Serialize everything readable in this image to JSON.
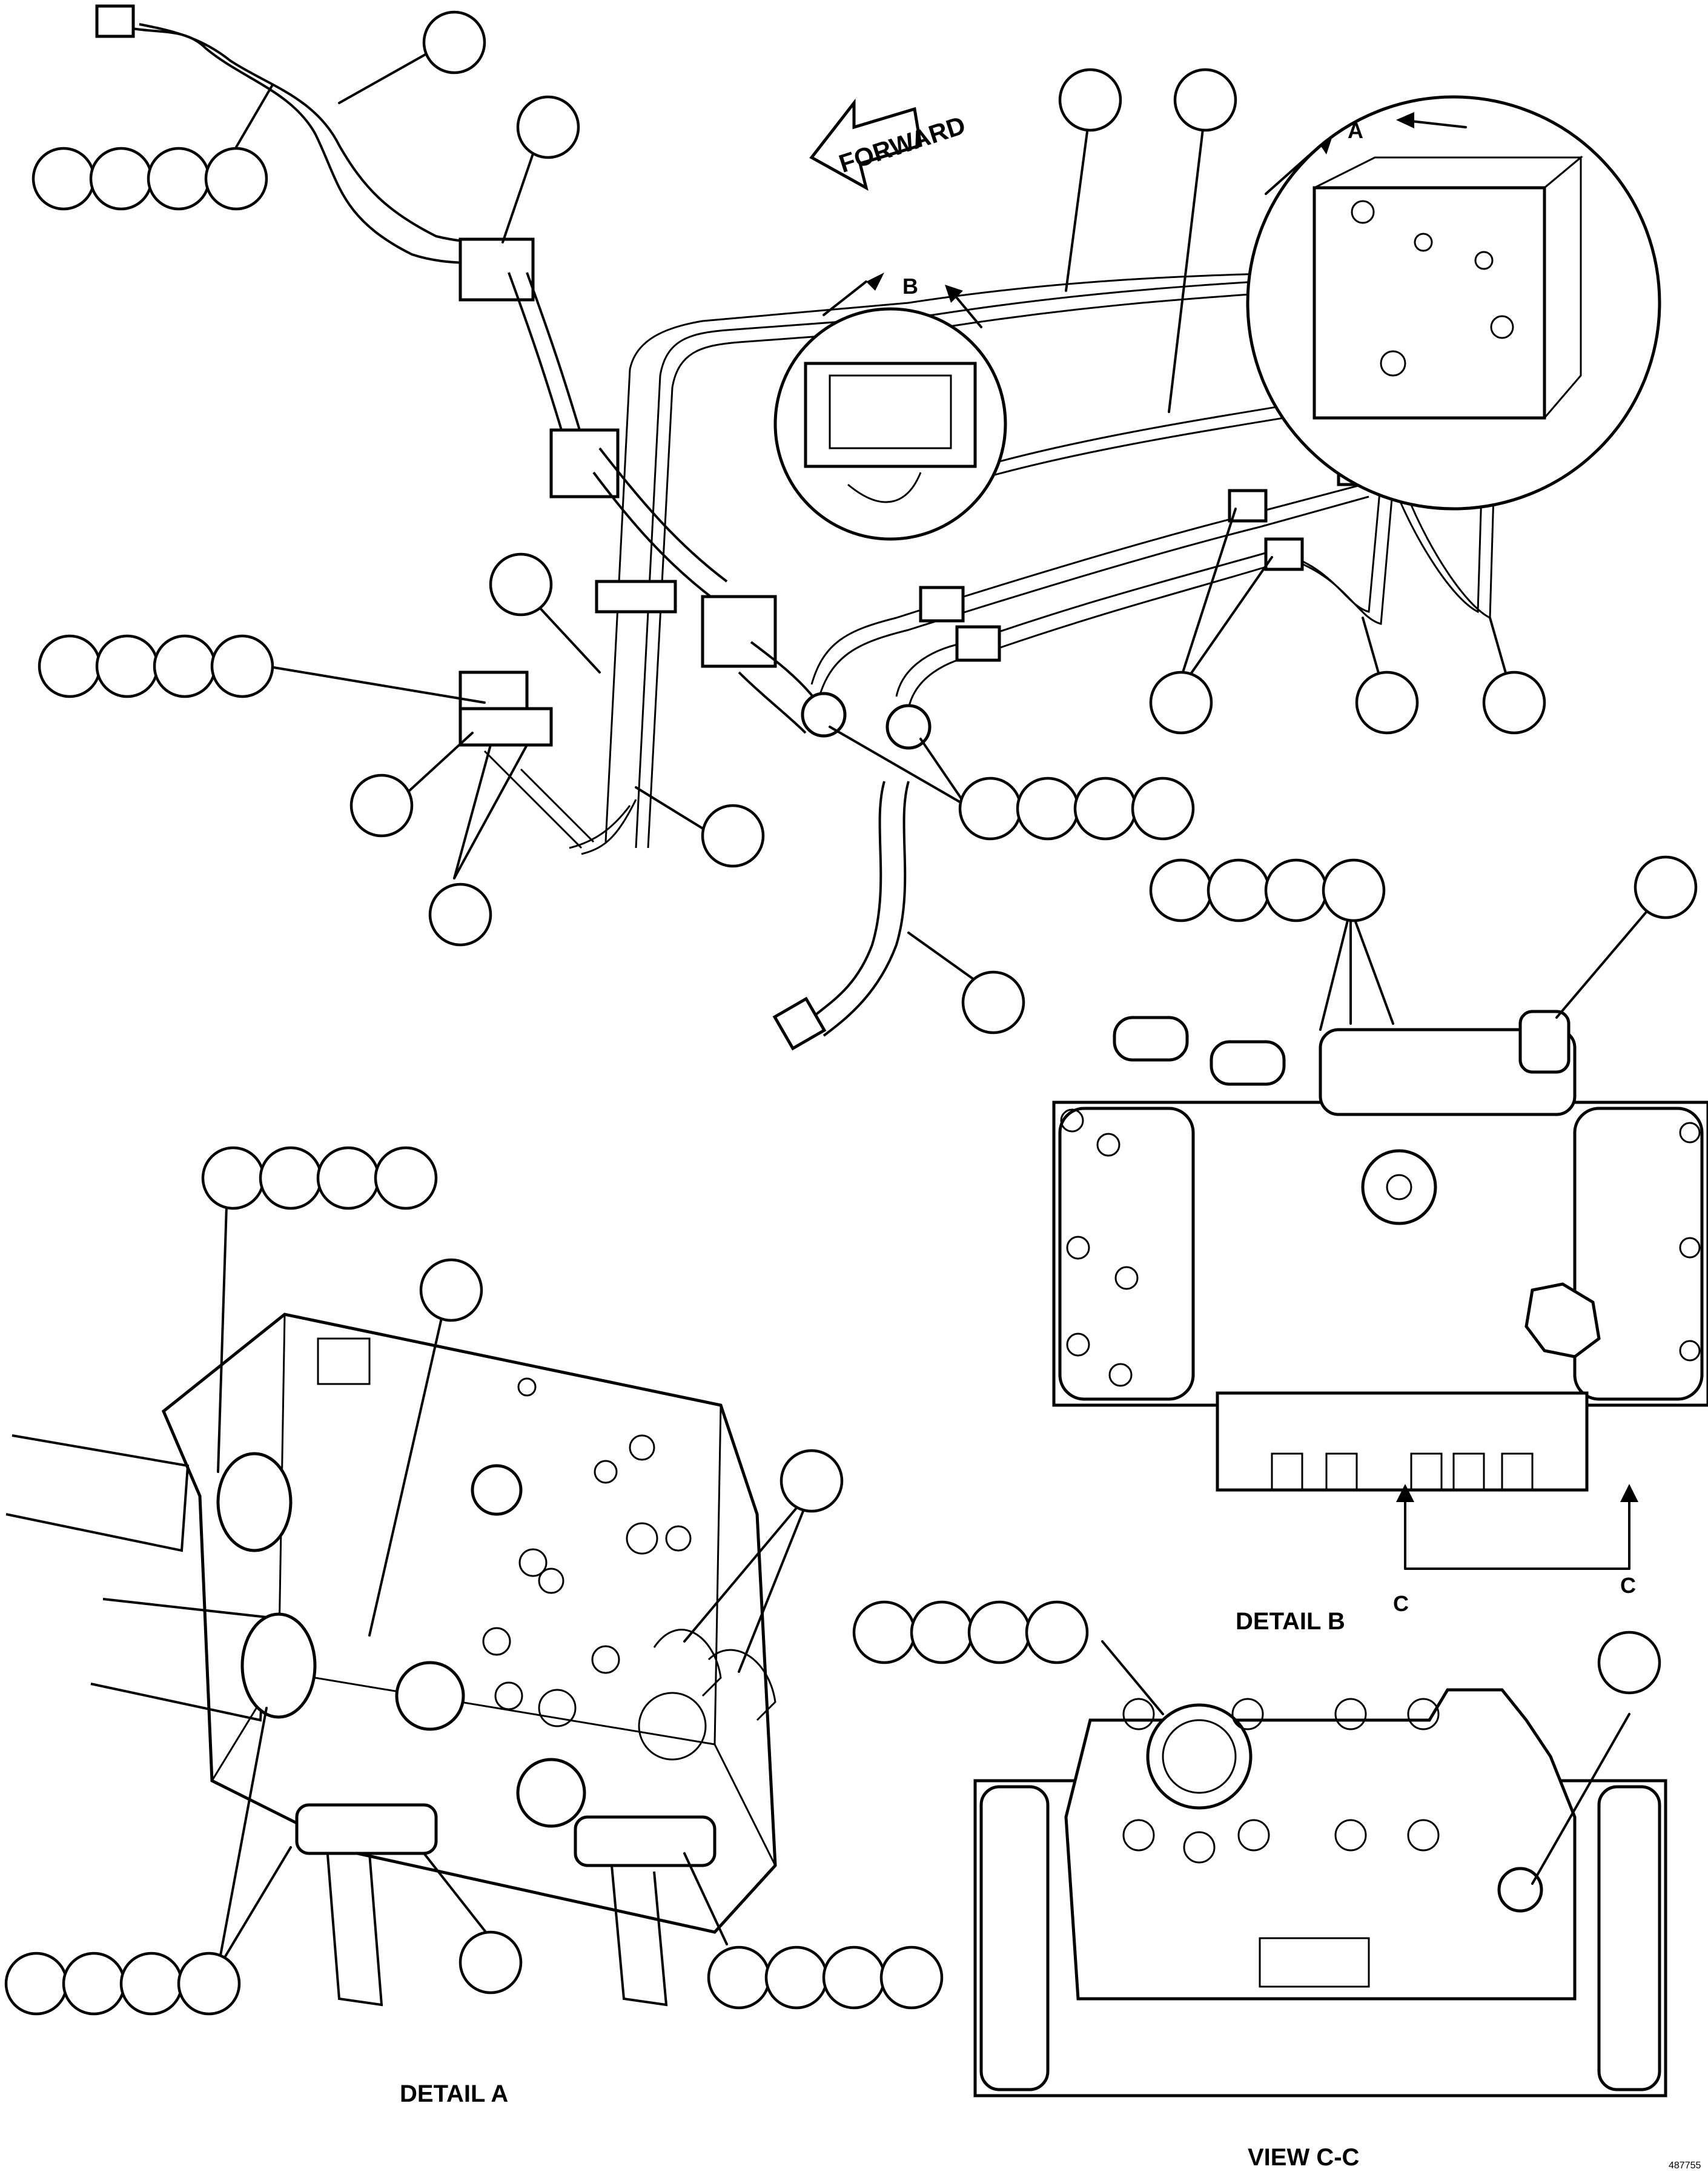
{
  "labels": {
    "forward": "FORWARD",
    "arrow_a": "A",
    "arrow_b": "B",
    "section_c_left": "C",
    "section_c_right": "C",
    "detail_a": "DETAIL A",
    "detail_b": "DETAIL B",
    "view_cc": "VIEW C-C",
    "drawing_number": "487755"
  },
  "icons": {
    "forward_arrow": "forward-arrow-icon",
    "view_arrow": "view-arrow-icon"
  },
  "colors": {
    "line": "#000000",
    "background": "#ffffff"
  }
}
